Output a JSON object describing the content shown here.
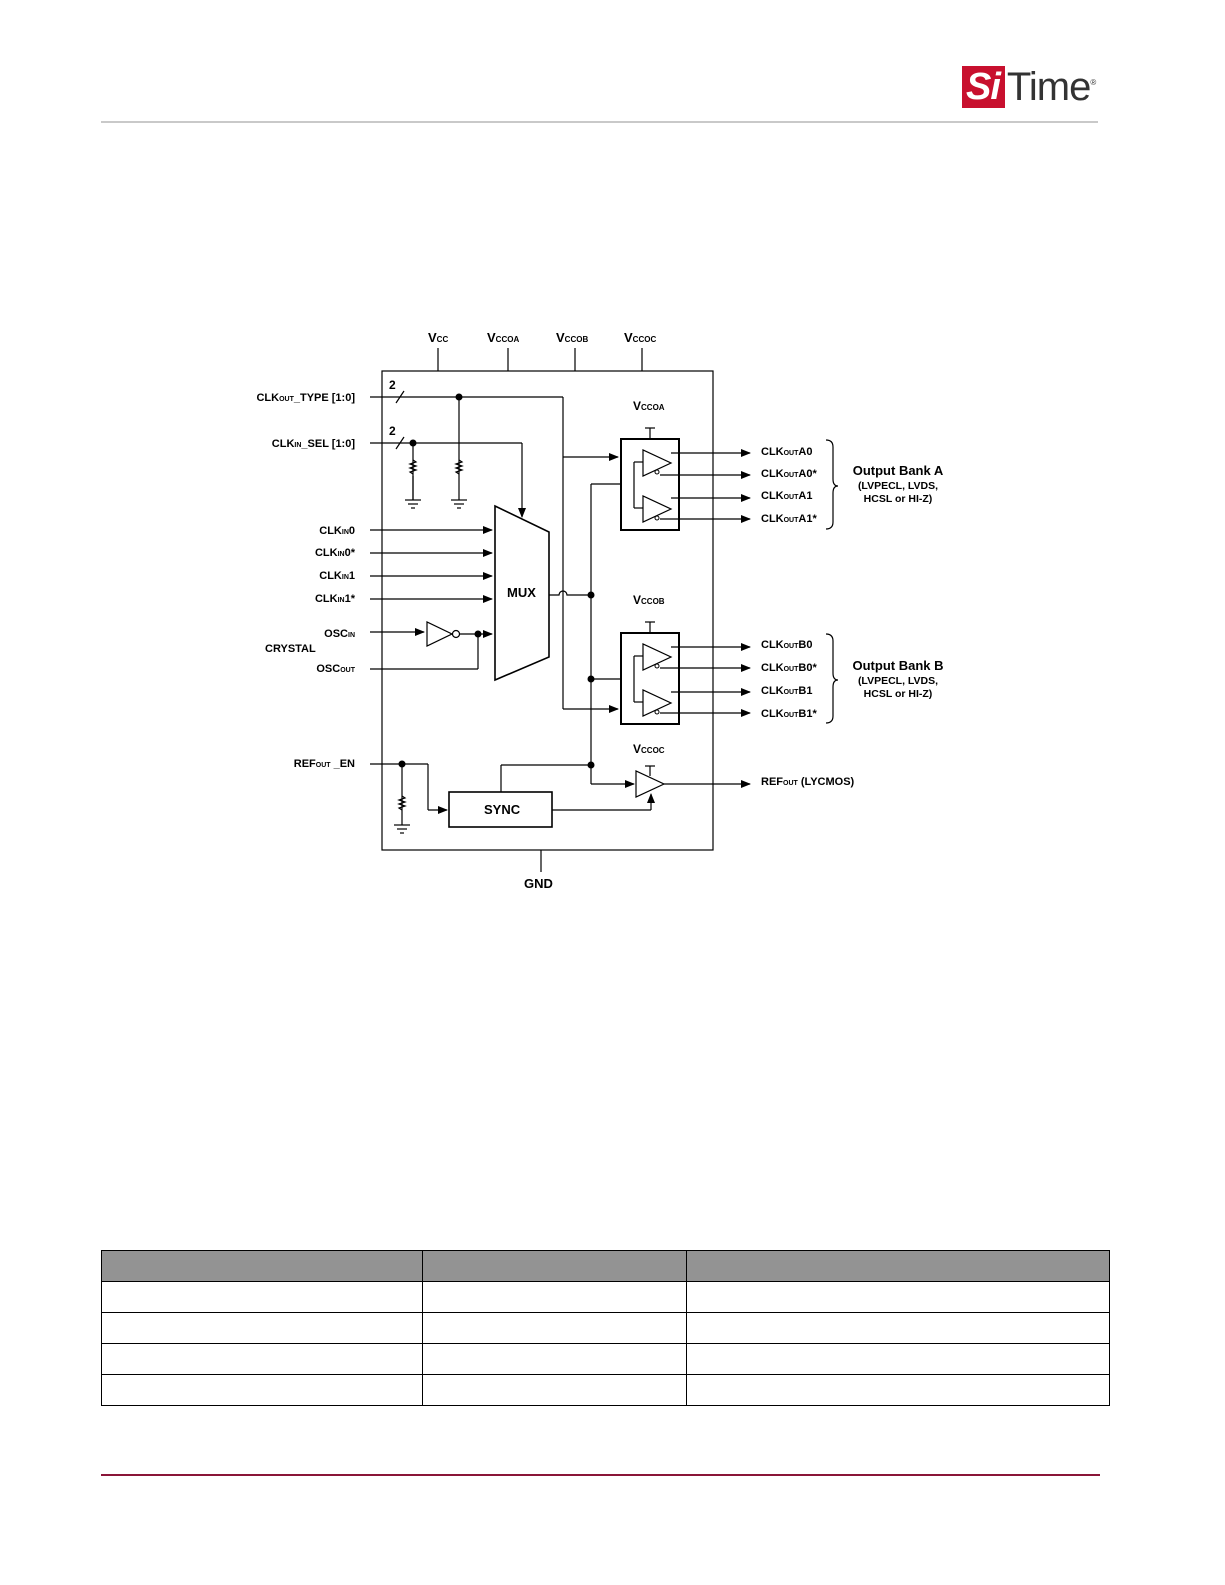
{
  "logo": {
    "badge": "Si",
    "rest": "Time",
    "reg": "®"
  },
  "diagram": {
    "supplies": [
      "V",
      "V",
      "V",
      "V"
    ],
    "supply_subs": [
      "CC",
      "CCOA",
      "CCOB",
      "CCOC"
    ],
    "bus_width_1": "2",
    "bus_width_2": "2",
    "clkout_type": {
      "main": "CLK",
      "sub": "OUT",
      "rest": "_TYPE [1:0]"
    },
    "clkin_sel": {
      "main": "CLK",
      "sub": "IN",
      "rest": "_SEL [1:0]"
    },
    "clkin0": {
      "main": "CLK",
      "sub": "IN",
      "rest": "0"
    },
    "clkin0n": {
      "main": "CLK",
      "sub": "IN",
      "rest": "0*"
    },
    "clkin1": {
      "main": "CLK",
      "sub": "IN",
      "rest": "1"
    },
    "clkin1n": {
      "main": "CLK",
      "sub": "IN",
      "rest": "1*"
    },
    "oscin": {
      "main": "OSC",
      "sub": "IN",
      "rest": ""
    },
    "oscout": {
      "main": "OSC",
      "sub": "OUT",
      "rest": ""
    },
    "crystal": "CRYSTAL",
    "refout_en": {
      "main": "REF",
      "sub": "OUT",
      "rest": " _EN"
    },
    "mux": "MUX",
    "sync": "SYNC",
    "gnd": "GND",
    "bank_supply_a": {
      "main": "V",
      "sub": "CCOA"
    },
    "bank_supply_b": {
      "main": "V",
      "sub": "CCOB"
    },
    "bank_supply_c": {
      "main": "V",
      "sub": "CCOC"
    },
    "outputs_a": [
      {
        "main": "CLK",
        "sub": "OUT",
        "rest": "A0"
      },
      {
        "main": "CLK",
        "sub": "OUT",
        "rest": "A0*"
      },
      {
        "main": "CLK",
        "sub": "OUT",
        "rest": "A1"
      },
      {
        "main": "CLK",
        "sub": "OUT",
        "rest": "A1*"
      }
    ],
    "outputs_b": [
      {
        "main": "CLK",
        "sub": "OUT",
        "rest": "B0"
      },
      {
        "main": "CLK",
        "sub": "OUT",
        "rest": "B0*"
      },
      {
        "main": "CLK",
        "sub": "OUT",
        "rest": "B1"
      },
      {
        "main": "CLK",
        "sub": "OUT",
        "rest": "B1*"
      }
    ],
    "refout": {
      "main": "REF",
      "sub": "OUT",
      "rest": " (LYCMOS)"
    },
    "bank_a": {
      "title": "Output Bank A",
      "line1": "(LVPECL, LVDS,",
      "line2": "HCSL or HI-Z)"
    },
    "bank_b": {
      "title": "Output Bank B",
      "line1": "(LVPECL, LVDS,",
      "line2": "HCSL or HI-Z)"
    }
  },
  "table": {
    "headers": [
      "",
      "",
      ""
    ],
    "rows": [
      [
        "",
        "",
        ""
      ],
      [
        "",
        "",
        ""
      ],
      [
        "",
        "",
        ""
      ],
      [
        "",
        "",
        ""
      ]
    ]
  }
}
